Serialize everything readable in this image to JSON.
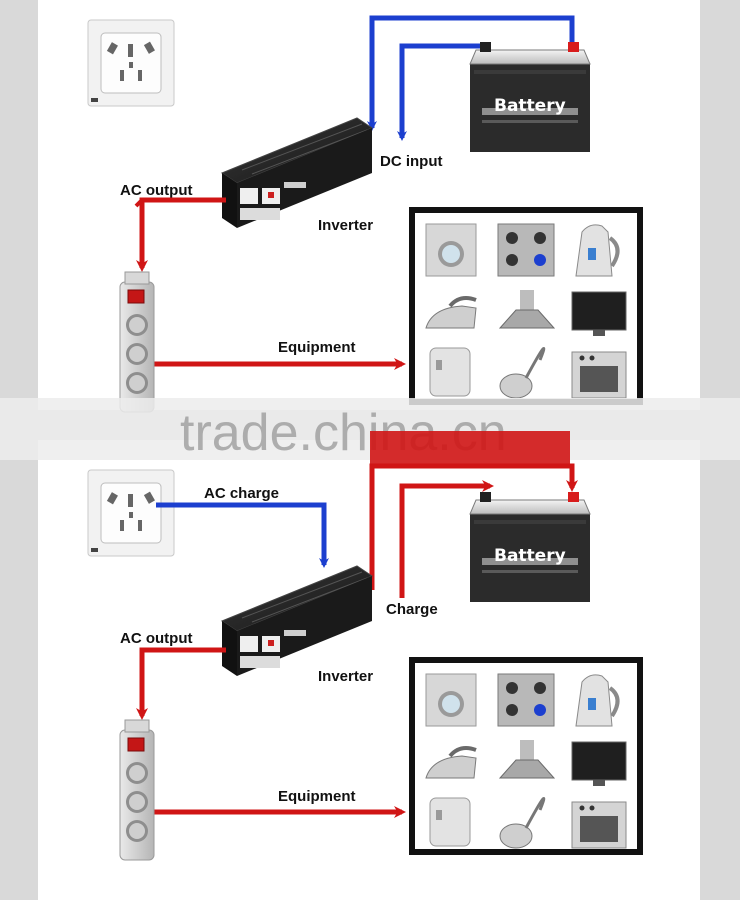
{
  "top_panel": {
    "battery_label": "Battery",
    "dc_input_label": "DC input",
    "ac_output_label": "AC output",
    "inverter_label": "Inverter",
    "equipment_label": "Equipment"
  },
  "bottom_panel": {
    "battery_label": "Battery",
    "ac_charge_label": "AC charge",
    "charge_label": "Charge",
    "ac_output_label": "AC output",
    "inverter_label": "Inverter",
    "equipment_label": "Equipment"
  },
  "watermark": "trade.china.cn",
  "colors": {
    "dc_arrow": "#1c3fcf",
    "ac_arrow": "#d01515",
    "appliance_box_border": "#111111",
    "battery_body": "#2b2b2b",
    "battery_plus_terminal": "#d81c1c",
    "inverter_body": "#1e1e1e"
  }
}
